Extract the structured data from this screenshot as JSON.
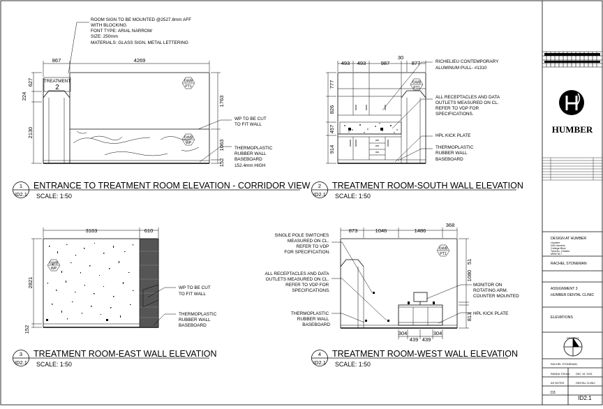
{
  "views": [
    {
      "number": "1",
      "sheet": "ID2.1",
      "title": "ENTRANCE TO TREATMENT ROOM  ELEVATION - CORRIDOR VIEW",
      "scale": "SCALE: 1:50",
      "dims_top": [
        "867",
        "4269"
      ],
      "dims_left": [
        "627",
        "224",
        "2130"
      ],
      "dims_right": [
        "1763",
        "1063",
        "152"
      ],
      "sign": {
        "label": "TREATMENT",
        "number": "2"
      },
      "tags": [
        {
          "top": "GWB",
          "bottom": "PT1"
        },
        {
          "top": "GWB",
          "bottom": "WP"
        }
      ],
      "notes": [
        [
          "ROOM SIGN TO BE MOUNTED @2527.8mm AFF",
          "WITH BLOCKING",
          "FONT TYPE: ARIAL NARROW",
          "SIZE: 250mm",
          "MATERIALS: GLASS SIGN, METAL LETTERING"
        ],
        [
          "WP TO BE CUT",
          "TO FIT WALL"
        ],
        [
          "THERMOPLASTIC",
          "RUBBER WALL",
          "BASEBOARD",
          "152.4mm HIGH"
        ]
      ]
    },
    {
      "number": "2",
      "sheet": "ID2.1",
      "title": "TREATMENT ROOM-SOUTH WALL ELEVATION",
      "scale": "SCALE: 1:50",
      "dims_top": [
        "493",
        "493",
        "987",
        "30",
        "877"
      ],
      "dims_left": [
        "777",
        "826",
        "457",
        "914"
      ],
      "tags": [
        {
          "top": "GWB",
          "bottom": "PT1"
        }
      ],
      "notes": [
        [
          "RICHELIEU CONTEMPORARY",
          "ALUMINUM PULL- #1310"
        ],
        [
          "ALL RECEPTACLES AND DATA",
          "OUTLETS MEASURED ON CL.",
          "REFER TO VDP FOR",
          "SPECIFICATIONS."
        ],
        [
          "HPL KICK PLATE"
        ],
        [
          "THERMOPLASTIC",
          "RUBBER WALL",
          "BASEBOARD"
        ]
      ]
    },
    {
      "number": "3",
      "sheet": "ID2.1",
      "title": "TREATMENT ROOM-EAST WALL ELEVATION",
      "scale": "SCALE: 1:50",
      "dims_top": [
        "3163",
        "610"
      ],
      "dims_left": [
        "2821",
        "152"
      ],
      "tags": [
        {
          "top": "GWB",
          "bottom": "WP"
        }
      ],
      "notes": [
        [
          "WP TO BE CUT",
          "TO FIT WALL"
        ],
        [
          "THERMOPLASTIC",
          "RUBBER WALL",
          "BASEBOARD"
        ]
      ]
    },
    {
      "number": "4",
      "sheet": "ID2.1",
      "title": "TREATMENT ROOM-WEST WALL ELEVATION",
      "scale": "SCALE: 1:50",
      "dims_top": [
        "873",
        "1046",
        "1486",
        "368"
      ],
      "dims_right": [
        "1080",
        "51",
        "813"
      ],
      "dims_bottom": [
        "304",
        "439",
        "439",
        "304"
      ],
      "tags": [
        {
          "top": "GWB",
          "bottom": "PT1"
        }
      ],
      "notes_left": [
        [
          "SINGLE POLE SWITCHES",
          "MEASURED ON CL.",
          "REFER TO VDP",
          "FOR SPECIFICATION."
        ],
        [
          "ALL RECEPTACLES AND DATA",
          "OUTLETS MEASURED ON CL.",
          "REFER TO VDP FOR",
          "SPECIFICATIONS."
        ],
        [
          "THERMOPLASTIC",
          "RUBBER WALL",
          "BASEBOARD"
        ]
      ],
      "notes_right": [
        [
          "MONITOR ON",
          "ROTATING ARM.",
          "COUNTER MOUNTED"
        ],
        [
          "HPL KICK PLATE"
        ]
      ]
    }
  ],
  "title_block": {
    "logo_text": "HUMBER",
    "firm": "DESIGN AT HUMBER",
    "firm_address": [
      "Humber",
      "205 Humber",
      "College Blvd.",
      "Toronto, Ontario",
      "M9W 5L7"
    ],
    "designer": "RACHEL STONEMAN",
    "project": [
      "ASSIGNMENT 3",
      "HUMBER DENTAL CLINIC"
    ],
    "drawing_title": "ELEVATIONS",
    "north_label": "PROJECT",
    "drawn_by": "RACHEL STONEMAN",
    "checked_by": "RANDA TOKAN",
    "date": "DEC 19, 2021",
    "scale": "AS NOTED",
    "client": "DENTAL CLINIC",
    "sheet_number": "D3",
    "drawing_number": "ID2.1"
  }
}
